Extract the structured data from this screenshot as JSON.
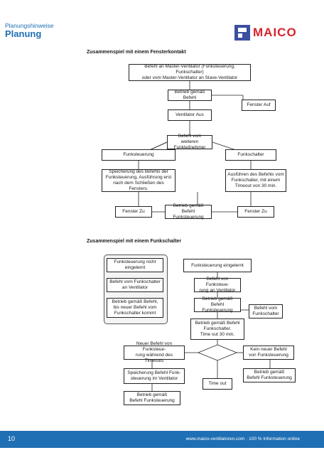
{
  "header": {
    "subtitle": "Planungshinweise",
    "title": "Planung",
    "logo_text": "MAICO"
  },
  "section1": {
    "title": "Zusammenspiel mit einem Fensterkontakt",
    "master": "Befehl an Master-Ventilator (Funksteuerung, Funkschalter)\noder vom Master-Ventilator an Slave-Ventilator",
    "betrieb_befehl": "Betrieb gemäß Befehl",
    "ventilator_aus": "Ventilator Aus",
    "fenster_auf": "Fenster Auf",
    "befehl_weitere": "Befehl vom weiteren\nFunkteilnehmer",
    "funksteuerung": "Funksteuerung",
    "funkschalter": "Funkschalter",
    "speicherung": "Speicherung des Befehls der\nFunksteuerung, Ausführung erst\nnach dem Schließen des Fensters.",
    "ausfuehren": "Ausführen des Befehls vom\nFunkschalter, mit einem\nTimeout von 30 min.",
    "fenster_zu_left": "Fenster Zu",
    "betrieb_funk": "Betrieb gemäß Befehl\nFunksteuerung",
    "fenster_zu_right": "Fenster Zu"
  },
  "section2": {
    "title": "Zusammenspiel mit einem Funkschalter",
    "nicht_eingelernt": "Funksteuerung nicht\neingelernt",
    "befehl_schalter": "Befehl vom Funkschalter\nan Ventilator",
    "betrieb_neuer": "Betrieb gemäß Befehl,\nbis neuer Befehl vom\nFunkschalter kommt",
    "eingelernt": "Funksteuerung eingelernt",
    "befehl_funksteuerung": "Befehl von Funksteue-\nrung an Ventilator",
    "betrieb_funk": "Betrieb gemäß\nBefehl Funksteuerung",
    "befehl_vom_schalter": "Befehl vom\nFunkschalter",
    "betrieb_schalter_timeout": "Betrieb gemäß Befehl\nFunkschalter.\nTime out 30 min.",
    "neuer_befehl": "Neuer Befehl von Funksteue-\nrung während des Timeouts",
    "kein_neuer": "Kein neuer Befehl\nvon Funksteuerung",
    "speicherung_funk": "Speicherung Befehl Funk-\nsteuerung im Ventilator",
    "time_out": "Time out",
    "betrieb_funk_right": "Betrieb gemäß\nBefehl Funksteuerung",
    "betrieb_funk_bottom": "Betrieb gemäß\nBefehl Funksteuerung"
  },
  "footer": {
    "page_number": "10",
    "text": "www.maico-ventilatoren.com · 100 % Information online"
  },
  "colors": {
    "brand_blue": "#1f6fb4",
    "logo_red": "#d9232d",
    "logo_blue": "#3b4fa0"
  }
}
